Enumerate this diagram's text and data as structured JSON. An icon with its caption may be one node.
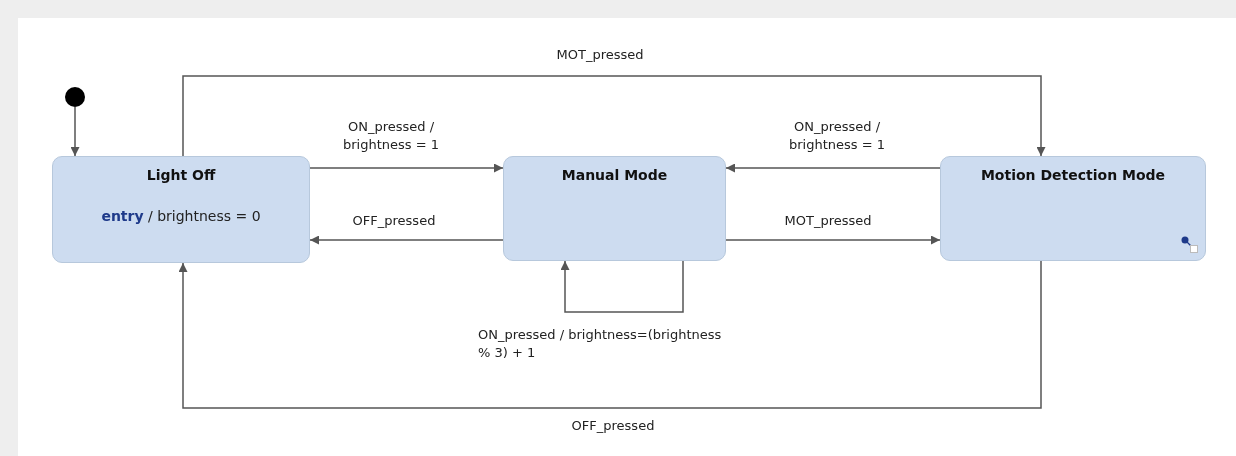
{
  "diagram": {
    "nodes": [
      {
        "text": [],
        "shape": "circle"
      },
      {
        "text": [
          "Light Off",
          "**entry** / brightness = 0"
        ]
      },
      {
        "text": [
          "Manual Mode"
        ]
      },
      {
        "text": [
          "Motion Detection Mode"
        ]
      }
    ],
    "edges": [
      {
        "from": 0,
        "to": 1,
        "arrow": "to"
      },
      {
        "from": 1,
        "to": 2,
        "arrow": "to",
        "label": "ON_pressed / brightness = 1"
      },
      {
        "from": 2,
        "to": 1,
        "arrow": "to",
        "label": "OFF_pressed"
      },
      {
        "from": 3,
        "to": 2,
        "arrow": "to",
        "label": "ON_pressed / brightness = 1"
      },
      {
        "from": 2,
        "to": 3,
        "arrow": "to",
        "label": "MOT_pressed"
      },
      {
        "from": 1,
        "to": 3,
        "arrow": "to",
        "label": "MOT_pressed"
      },
      {
        "from": 3,
        "to": 1,
        "arrow": "to",
        "label": "OFF_pressed"
      },
      {
        "from": 2,
        "to": 2,
        "arrow": "to",
        "label": "ON_pressed / brightness=(brightness % 3) + 1"
      }
    ]
  }
}
